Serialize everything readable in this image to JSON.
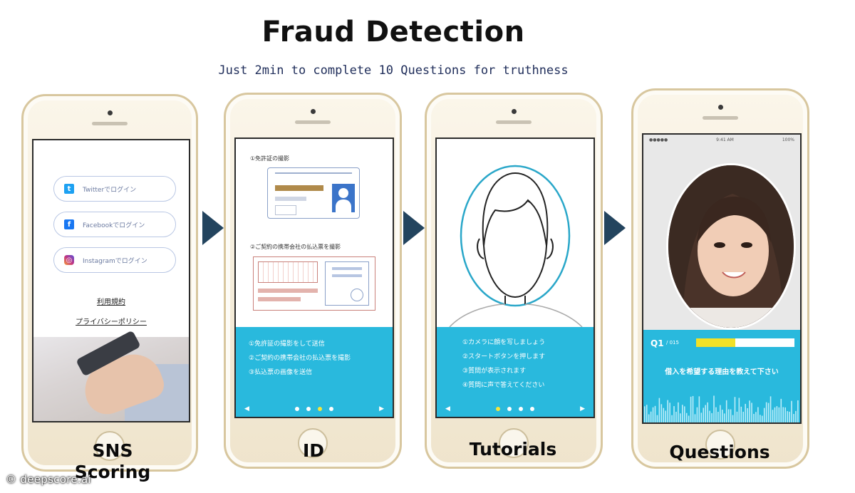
{
  "header": {
    "title": "Fraud Detection",
    "subtitle": "Just 2min to complete 10 Questions for truthness"
  },
  "phones": [
    {
      "label": "SNS\nScoring",
      "login_buttons": [
        {
          "icon": "twitter-icon",
          "text": "Twitterでログイン",
          "color": "#1da1f2"
        },
        {
          "icon": "facebook-icon",
          "text": "Facebookでログイン",
          "color": "#1877f2"
        },
        {
          "icon": "instagram-icon",
          "text": "Instagramでログイン",
          "color": "#c13584"
        }
      ],
      "links": [
        "利用規約",
        "プライバシーポリシー"
      ]
    },
    {
      "label": "ID",
      "step1": "①免許証の撮影",
      "step2": "②ご契約の携帯会社の払込票を撮影",
      "instructions": [
        "①免許証の撮影をして送信",
        "②ご契約の携帯会社の払込票を撮影",
        "③払込票の画像を送信"
      ],
      "active_dot": 2
    },
    {
      "label": "Tutorials",
      "instructions": [
        "①カメラに顔を写しましょう",
        "②スタートボタンを押します",
        "③質問が表示されます",
        "④質問に声で答えてください"
      ],
      "active_dot": 0
    },
    {
      "label": "Questions",
      "question_number": "Q1",
      "question_total": "/ 015",
      "progress": 0.4,
      "question_text": "借入を希望する理由を教えて下さい",
      "status_time": "9:41 AM",
      "status_battery": "100%"
    }
  ],
  "watermark": "© deepscore.ai",
  "colors": {
    "accent": "#29b9dd",
    "arrow": "#23445e",
    "progress": "#f2e127"
  }
}
